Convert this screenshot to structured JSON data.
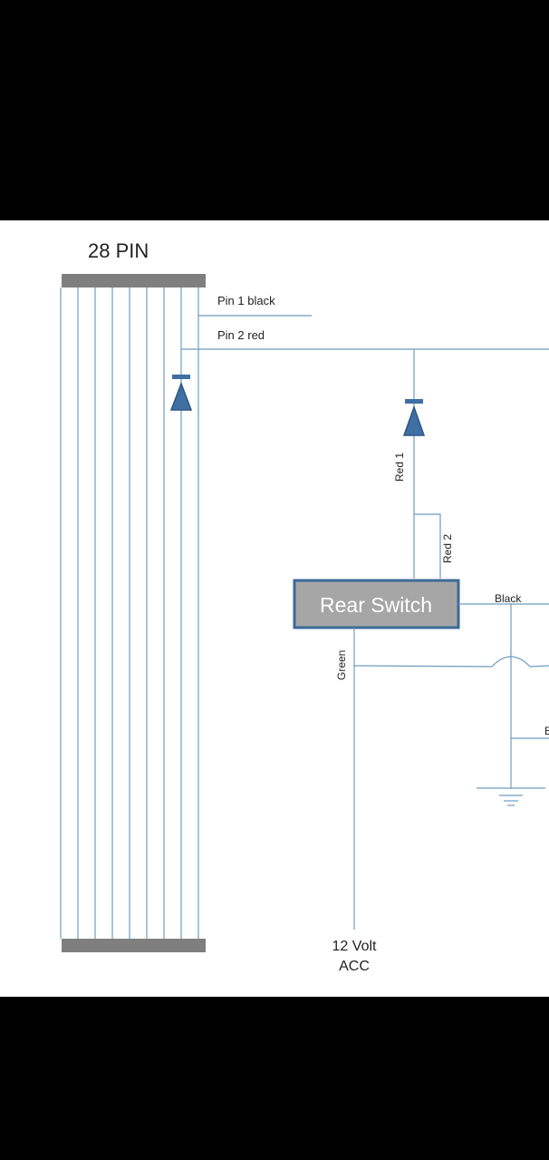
{
  "diagram": {
    "connector_title": "28 PIN",
    "labels": {
      "pin1": "Pin 1 black",
      "pin2": "Pin 2 red",
      "red1": "Red 1",
      "red2": "Red 2",
      "green": "Green",
      "black": "Black",
      "black_partial": "B",
      "volt_line1": "12 Volt",
      "volt_line2": "ACC"
    },
    "switch_label": "Rear Switch",
    "colors": {
      "wire": "#6e9cbd",
      "diode": "#3f6fa3",
      "diode_stroke": "#2c5683",
      "connector_bar": "#7f7f7f",
      "switch_fill": "#a6a6a6",
      "switch_border": "#3b6a98",
      "switch_text": "#ffffff",
      "background_panel": "#ffffff",
      "letterbox": "#000000"
    }
  }
}
